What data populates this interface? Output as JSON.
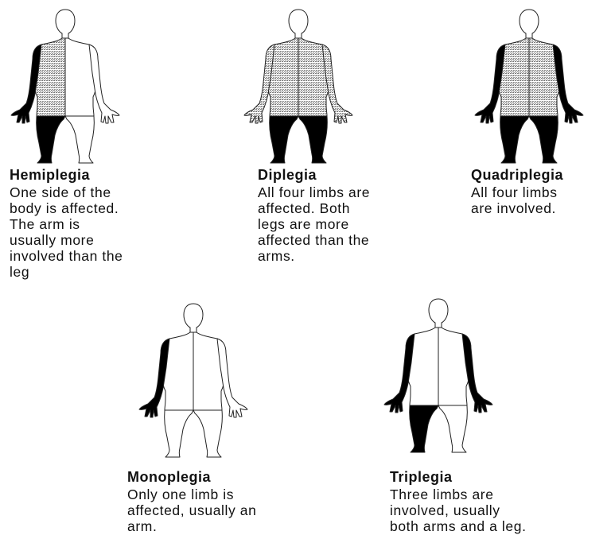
{
  "colors": {
    "affected": "#000000",
    "partial": "#a8a8a8",
    "outline": "#222222",
    "background": "#ffffff"
  },
  "panels": [
    {
      "id": "hemiplegia",
      "title": "Hemiplegia",
      "description": "One side of the\nbody is affected.\nThe arm is\nusually more\ninvolved than the\nleg",
      "fills": {
        "left_arm": "black",
        "left_leg": "black",
        "left_torso": "shaded",
        "right_arm": "none",
        "right_leg": "none",
        "right_torso": "none"
      }
    },
    {
      "id": "diplegia",
      "title": "Diplegia",
      "description": "All four limbs are\naffected. Both\nlegs are more\naffected than the\narms.",
      "fills": {
        "left_arm": "shaded",
        "left_leg": "black",
        "left_torso": "shaded",
        "right_arm": "shaded",
        "right_leg": "black",
        "right_torso": "shaded"
      }
    },
    {
      "id": "quadriplegia",
      "title": "Quadriplegia",
      "description": "All four limbs\nare involved.",
      "fills": {
        "left_arm": "black",
        "left_leg": "black",
        "left_torso": "shaded",
        "right_arm": "black",
        "right_leg": "black",
        "right_torso": "shaded"
      }
    },
    {
      "id": "monoplegia",
      "title": "Monoplegia",
      "description": "Only one limb is\naffected, usually an\narm.",
      "fills": {
        "left_arm": "black",
        "left_leg": "none",
        "left_torso": "none",
        "right_arm": "none",
        "right_leg": "none",
        "right_torso": "none"
      }
    },
    {
      "id": "triplegia",
      "title": "Triplegia",
      "description": "Three limbs are\ninvolved, usually\nboth arms and a leg.",
      "fills": {
        "left_arm": "black",
        "left_leg": "black",
        "left_torso": "none",
        "right_arm": "black",
        "right_leg": "none",
        "right_torso": "none"
      }
    }
  ]
}
